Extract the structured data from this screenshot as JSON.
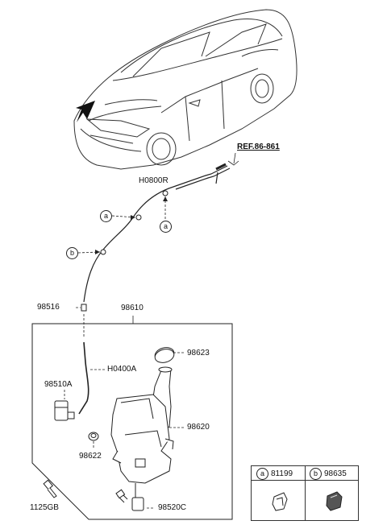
{
  "ref_label": "REF.86-861",
  "part_labels": {
    "h0800r": "H0800R",
    "p98516": "98516",
    "p98610": "98610",
    "p98623": "98623",
    "h0400a": "H0400A",
    "p98510a": "98510A",
    "p98620": "98620",
    "p98622": "98622",
    "p1125gb": "1125GB",
    "p98520c": "98520C"
  },
  "callouts": {
    "a": "a",
    "b": "b"
  },
  "legend": {
    "a": {
      "key": "a",
      "code": "81199"
    },
    "b": {
      "key": "b",
      "code": "98635"
    }
  }
}
